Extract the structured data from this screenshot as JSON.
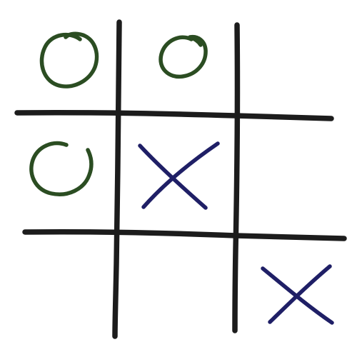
{
  "game": {
    "type": "tic-tac-toe",
    "board": [
      [
        "O",
        "O",
        ""
      ],
      [
        "O",
        "X",
        ""
      ],
      [
        "",
        "",
        "X"
      ]
    ]
  },
  "colors": {
    "background": "#ffffff",
    "grid": "#1c1c1c",
    "mark_o": "#2b4d22",
    "mark_x": "#1f1f66"
  }
}
